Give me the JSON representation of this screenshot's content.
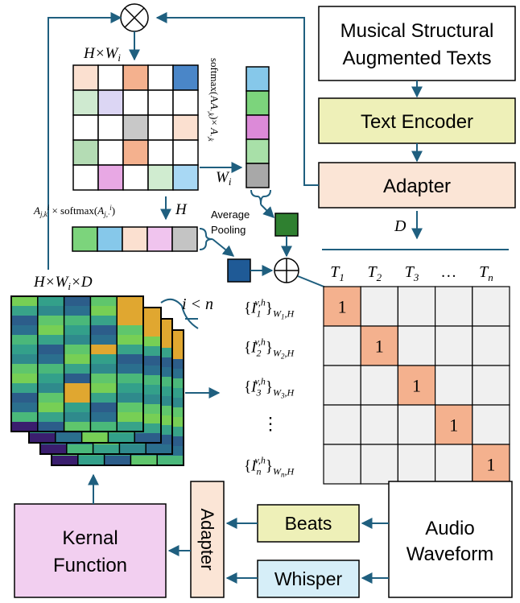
{
  "colors": {
    "arrow": "#1f5f7f",
    "text_encoder_fill": "#eef0b8",
    "adapter_fill": "#fbe5d6",
    "beats_fill": "#eef0b8",
    "whisper_fill": "#d6eef8",
    "kernel_fill": "#f2cff0",
    "diag_cell": "#f4b18e",
    "grid_cell": "#f0f0f0",
    "pool_green": "#2f8030",
    "pool_blue": "#1f5a96"
  },
  "boxes": {
    "musical_line1": "Musical Structural",
    "musical_line2": "Augmented Texts",
    "text_encoder": "Text Encoder",
    "adapter_top": "Adapter",
    "beats": "Beats",
    "whisper": "Whisper",
    "adapter_bottom": "Adapter",
    "audio_line1": "Audio",
    "audio_line2": "Waveform",
    "kernel_line1": "Kernal",
    "kernel_line2": "Function"
  },
  "labels": {
    "hw": "H×W",
    "hw_sub": "i",
    "softmax_vertical": "softmax(A",
    "wi": "W",
    "wi_sub": "i",
    "softmax_row": "A",
    "h": "H",
    "avg_pool_line1": "Average",
    "avg_pool_line2": "Pooling",
    "d": "D",
    "hwd": "H×W",
    "hwd_sub": "i",
    "hwd_tail": "×D",
    "i_lt_n": "i < n",
    "ellipsis_h": "…",
    "ellipsis_v": "⋮"
  },
  "similarity": {
    "columns": [
      "T",
      "T",
      "T",
      "…",
      "T"
    ],
    "column_subs": [
      "1",
      "2",
      "3",
      "",
      "n"
    ],
    "rows": [
      {
        "sub": "1",
        "w": "1"
      },
      {
        "sub": "2",
        "w": "2"
      },
      {
        "sub": "3",
        "w": "3"
      },
      {
        "sub": "",
        "w": ""
      },
      {
        "sub": "n",
        "w": "n"
      }
    ],
    "diag_value": "1"
  }
}
